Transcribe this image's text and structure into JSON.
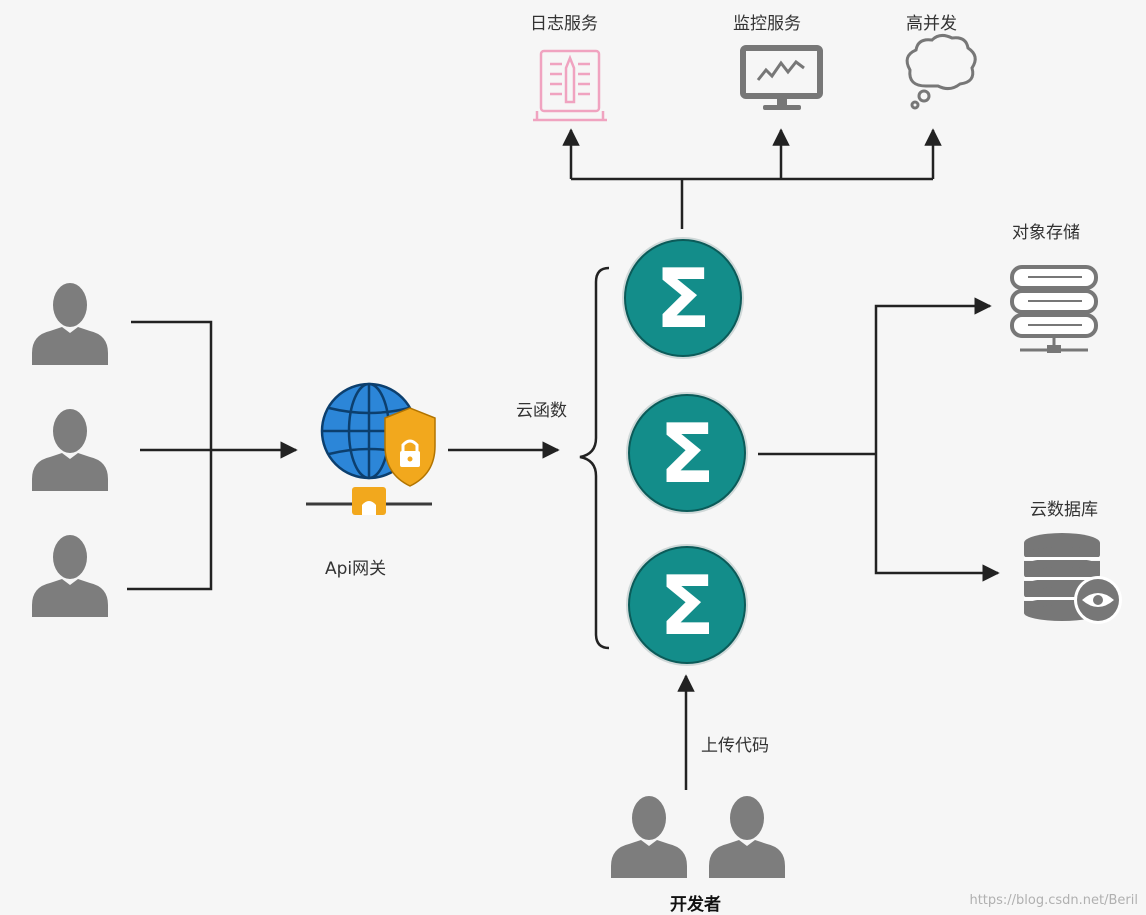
{
  "labels": {
    "log_service": "日志服务",
    "monitor_service": "监控服务",
    "high_concurrency": "高并发",
    "object_storage": "对象存储",
    "cloud_function": "云函数",
    "api_gateway": "Api网关",
    "cloud_database": "云数据库",
    "upload_code": "上传代码",
    "developer": "开发者"
  },
  "function_symbol": "Σ",
  "watermark": "https://blog.csdn.net/Beril",
  "colors": {
    "line": "#222222",
    "user": "#7d7d7d",
    "function_teal": "#138d8a",
    "globe_blue": "#2c86d8",
    "gateway_orange": "#f2a81d",
    "log_pink": "#f0a3c0",
    "server_gray": "#777777"
  }
}
